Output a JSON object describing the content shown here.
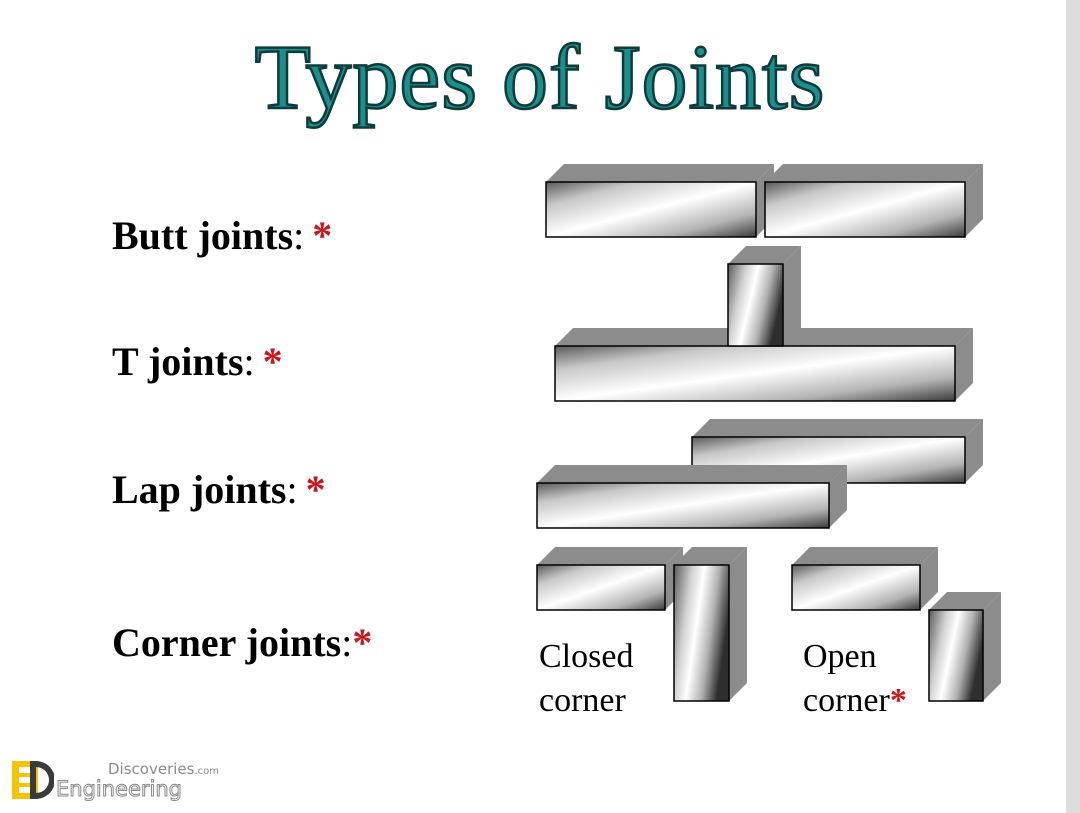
{
  "title": "Types of Joints",
  "joints": [
    {
      "name": "Butt joints",
      "colon": ":",
      "star": "*"
    },
    {
      "name": "T joints",
      "colon": ":",
      "star": "*"
    },
    {
      "name": "Lap joints",
      "colon": ":",
      "star": "*"
    },
    {
      "name": "Corner joints",
      "colon": ":",
      "star": "*"
    }
  ],
  "corner_captions": {
    "closed_line1": "Closed",
    "closed_line2": "corner",
    "open_line1": "Open",
    "open_line2": "corner",
    "open_star": "*"
  },
  "watermark": {
    "top": "Discoveries",
    "domain": ".com",
    "bottom": "Engineering",
    "mark_letters": "ED"
  },
  "colors": {
    "title_fill": "#1b8f8d",
    "title_outline": "#0f3b3a",
    "asterisk": "#c8161d",
    "block_shadow": "#8c8c8c",
    "block_edge": "#000000",
    "logo_yellow": "#f5c400"
  }
}
